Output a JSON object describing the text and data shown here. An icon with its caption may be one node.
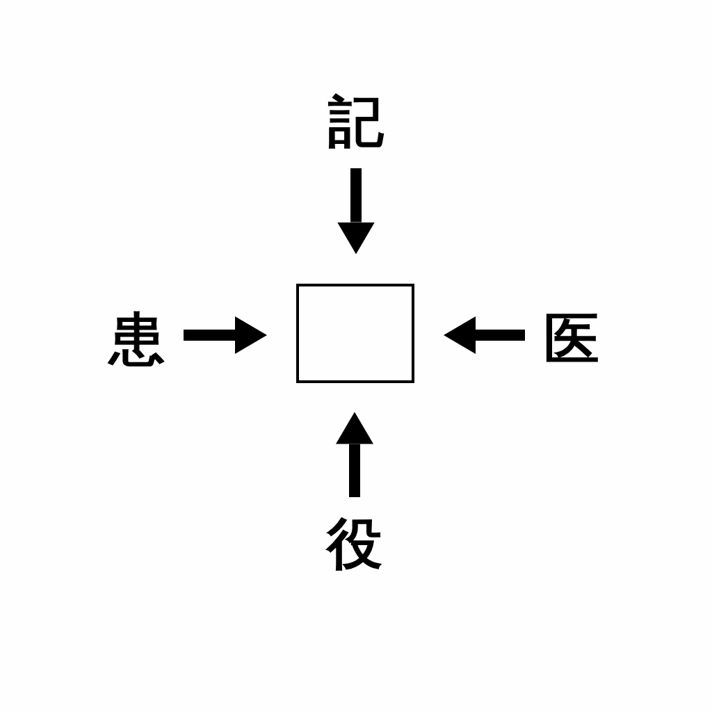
{
  "diagram": {
    "nodes": [
      {
        "text": [
          "記"
        ]
      },
      {
        "text": [
          "患"
        ]
      },
      {
        "text": [],
        "shape": "box"
      },
      {
        "text": [
          "医"
        ]
      },
      {
        "text": [
          "役"
        ]
      }
    ],
    "edges": [
      {
        "from": 0,
        "to": 2,
        "arrow": "to"
      },
      {
        "from": 1,
        "to": 2,
        "arrow": "to"
      },
      {
        "from": 3,
        "to": 2,
        "arrow": "to"
      },
      {
        "from": 4,
        "to": 2,
        "arrow": "to"
      }
    ]
  }
}
